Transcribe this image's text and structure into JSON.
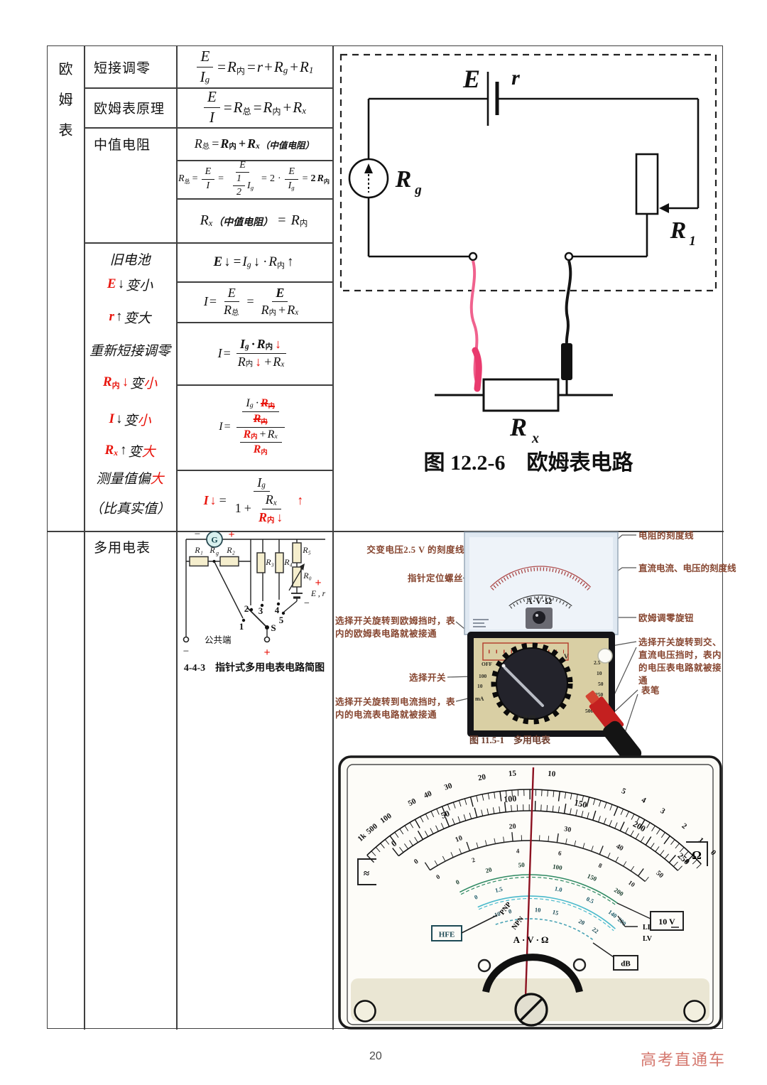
{
  "page": {
    "number": "20",
    "watermark": "高考直通车"
  },
  "table": {
    "col1_chars": [
      "欧",
      "姆",
      "表"
    ],
    "row_labels": {
      "r1": "短接调零",
      "r2": "欧姆表原理",
      "r3": "中值电阻",
      "r5": "多用电表"
    }
  },
  "old_lines": {
    "l1": [
      {
        "t": "旧电池",
        "c": "cn"
      }
    ],
    "l2": [
      {
        "t": "E",
        "c": "v b",
        "r": 1
      },
      {
        "t": "↓",
        "c": "op"
      },
      {
        "t": "变小",
        "c": "cn"
      }
    ],
    "l3": [
      {
        "t": "r",
        "c": "v b",
        "r": 1
      },
      {
        "t": "↑",
        "c": "op"
      },
      {
        "t": "变大",
        "c": "cn"
      }
    ],
    "l4": [
      {
        "t": "重新短接调零",
        "c": "cn"
      }
    ],
    "l5": [
      {
        "t": "R",
        "c": "v b",
        "r": 1
      },
      {
        "t": "内",
        "c": "cns b",
        "r": 1
      },
      {
        "t": "↓",
        "c": "op",
        "r": 1
      },
      {
        "t": "变",
        "c": "cn"
      },
      {
        "t": "小",
        "c": "cn",
        "r": 1
      }
    ],
    "l6": [
      {
        "t": "I",
        "c": "v b",
        "r": 1
      },
      {
        "t": "↓",
        "c": "op"
      },
      {
        "t": "变",
        "c": "cn"
      },
      {
        "t": "小",
        "c": "cn",
        "r": 1
      }
    ],
    "l7": [
      {
        "t": "R",
        "c": "v b",
        "r": 1
      },
      {
        "t": "x",
        "c": "sub b",
        "r": 1
      },
      {
        "t": "↑",
        "c": "op"
      },
      {
        "t": "变",
        "c": "cn"
      },
      {
        "t": "大",
        "c": "cn",
        "r": 1
      }
    ],
    "l8": [
      {
        "t": "测量值偏",
        "c": "cn"
      },
      {
        "t": "大",
        "c": "cn",
        "r": 1
      }
    ],
    "l9": [
      {
        "t": "（比真实值）",
        "c": "cn"
      }
    ]
  },
  "formulas": {
    "f1": [
      {
        "frac": [
          [
            {
              "t": "E"
            }
          ],
          [
            {
              "t": "I"
            },
            {
              "t": "g",
              "c": "sub"
            }
          ]
        ]
      },
      {
        "t": "=",
        "c": "op"
      },
      {
        "t": "R"
      },
      {
        "t": "内",
        "c": "cns"
      },
      {
        "t": "=",
        "c": "op"
      },
      {
        "t": "r"
      },
      {
        "t": "+",
        "c": "op"
      },
      {
        "t": "R"
      },
      {
        "t": "g",
        "c": "sub"
      },
      {
        "t": "+",
        "c": "op"
      },
      {
        "t": "R"
      },
      {
        "t": "1",
        "c": "sub"
      }
    ],
    "f2": [
      {
        "frac": [
          [
            {
              "t": "E"
            }
          ],
          [
            {
              "t": "I"
            }
          ]
        ]
      },
      {
        "t": "=",
        "c": "op"
      },
      {
        "t": "R"
      },
      {
        "t": "总",
        "c": "cns"
      },
      {
        "t": "=",
        "c": "op"
      },
      {
        "t": "R"
      },
      {
        "t": "内",
        "c": "cns"
      },
      {
        "t": "+",
        "c": "op"
      },
      {
        "t": "R"
      },
      {
        "t": "x",
        "c": "sub"
      }
    ],
    "f3": [
      {
        "t": "R"
      },
      {
        "t": "总",
        "c": "cns"
      },
      {
        "t": "=",
        "c": "op"
      },
      {
        "t": "R",
        "c": "v b"
      },
      {
        "t": "内",
        "c": "cns b"
      },
      {
        "t": "+",
        "c": "op b"
      },
      {
        "t": "R",
        "c": "v b"
      },
      {
        "t": "x",
        "c": "sub b"
      },
      {
        "t": "（中值电阻）",
        "c": "cnn"
      }
    ],
    "f4": [
      {
        "t": "R"
      },
      {
        "t": "总",
        "c": "cns"
      },
      {
        "t": "=",
        "c": "op"
      },
      {
        "frac": [
          [
            {
              "t": "E"
            }
          ],
          [
            {
              "t": "I"
            }
          ]
        ]
      },
      {
        "t": "=",
        "c": "op"
      },
      {
        "frac": [
          [
            {
              "t": "E"
            }
          ],
          [
            {
              "frac": [
                [
                  {
                    "t": "1"
                  }
                ],
                [
                  {
                    "t": "2"
                  }
                ]
              ]
            },
            {
              "t": "I"
            },
            {
              "t": "g",
              "c": "sub"
            }
          ]
        ]
      },
      {
        "t": "=",
        "c": "op"
      },
      {
        "t": "2",
        "c": "op"
      },
      {
        "t": "·",
        "c": "op"
      },
      {
        "frac": [
          [
            {
              "t": "E"
            }
          ],
          [
            {
              "t": "I"
            },
            {
              "t": "g",
              "c": "sub"
            }
          ]
        ]
      },
      {
        "t": "=",
        "c": "op"
      },
      {
        "t": "2",
        "c": "op b"
      },
      {
        "t": "R",
        "c": "v b"
      },
      {
        "t": "内",
        "c": "cns b"
      }
    ],
    "f5": [
      {
        "t": "R"
      },
      {
        "t": "x",
        "c": "sub"
      },
      {
        "t": "（中值电阻）",
        "c": "cnn"
      },
      {
        "t": " = ",
        "c": "op"
      },
      {
        "t": "R"
      },
      {
        "t": "内",
        "c": "cns"
      }
    ],
    "f6": [
      {
        "t": "E",
        "c": "v b"
      },
      {
        "t": "↓",
        "c": "op"
      },
      {
        "t": "=",
        "c": "op"
      },
      {
        "t": "I"
      },
      {
        "t": "g",
        "c": "sub"
      },
      {
        "t": "↓",
        "c": "op"
      },
      {
        "t": "·",
        "c": "op"
      },
      {
        "t": "R"
      },
      {
        "t": "内",
        "c": "cns"
      },
      {
        "t": "↑",
        "c": "op"
      }
    ],
    "f7": [
      {
        "t": "I"
      },
      {
        "t": "=",
        "c": "op"
      },
      {
        "frac": [
          [
            {
              "t": "E"
            }
          ],
          [
            {
              "t": "R"
            },
            {
              "t": "总",
              "c": "cns"
            }
          ]
        ]
      },
      {
        "t": "=",
        "c": "op"
      },
      {
        "frac": [
          [
            {
              "t": "E",
              "c": "v b"
            }
          ],
          [
            {
              "t": "R"
            },
            {
              "t": "内",
              "c": "cns"
            },
            {
              "t": "+",
              "c": "op"
            },
            {
              "t": "R"
            },
            {
              "t": "x",
              "c": "sub"
            }
          ]
        ]
      }
    ],
    "f8": [
      {
        "t": "I"
      },
      {
        "t": "=",
        "c": "op"
      },
      {
        "frac": [
          [
            {
              "t": "I",
              "c": "v b"
            },
            {
              "t": "g",
              "c": "sub b"
            },
            {
              "t": "·",
              "c": "op b"
            },
            {
              "t": "R",
              "c": "v b"
            },
            {
              "t": "内",
              "c": "cns b"
            },
            {
              "t": "↓",
              "c": "op",
              "r": 1
            }
          ],
          [
            {
              "t": "R"
            },
            {
              "t": "内",
              "c": "cns"
            },
            {
              "t": "↓",
              "c": "op",
              "r": 1
            },
            {
              "t": "+",
              "c": "op"
            },
            {
              "t": "R"
            },
            {
              "t": "x",
              "c": "sub"
            }
          ]
        ]
      }
    ],
    "f9": [
      {
        "t": "I"
      },
      {
        "t": "=",
        "c": "op"
      },
      {
        "frac": [
          [
            {
              "frac": [
                [
                  {
                    "t": "I"
                  },
                  {
                    "t": "g",
                    "c": "sub"
                  },
                  {
                    "t": "·",
                    "c": "op"
                  },
                  {
                    "t": "R",
                    "c": "v b",
                    "r": 1,
                    "k": 1
                  },
                  {
                    "t": "内",
                    "c": "cns b",
                    "r": 1,
                    "k": 1
                  }
                ],
                [
                  {
                    "t": "R",
                    "c": "v b",
                    "r": 1,
                    "k": 1
                  },
                  {
                    "t": "内",
                    "c": "cns b",
                    "r": 1,
                    "k": 1
                  }
                ]
              ]
            }
          ],
          [
            {
              "frac": [
                [
                  {
                    "t": "R",
                    "c": "v b",
                    "r": 1
                  },
                  {
                    "t": "内",
                    "c": "cns b",
                    "r": 1
                  },
                  {
                    "t": "+",
                    "c": "op"
                  },
                  {
                    "t": "R"
                  },
                  {
                    "t": "x",
                    "c": "sub"
                  }
                ],
                [
                  {
                    "t": "R",
                    "c": "v b",
                    "r": 1
                  },
                  {
                    "t": "内",
                    "c": "cns b",
                    "r": 1
                  }
                ]
              ]
            }
          ]
        ]
      }
    ],
    "f10": [
      {
        "t": "I",
        "c": "v b",
        "r": 1
      },
      {
        "t": "↓",
        "c": "op",
        "r": 1
      },
      {
        "t": "=",
        "c": "op"
      },
      {
        "frac": [
          [
            {
              "t": "I"
            },
            {
              "t": "g",
              "c": "sub"
            }
          ],
          [
            {
              "t": "1",
              "c": "op"
            },
            {
              "t": "+",
              "c": "op"
            },
            {
              "frac": [
                [
                  {
                    "t": "R"
                  },
                  {
                    "t": "x",
                    "c": "sub"
                  }
                ],
                [
                  {
                    "t": "R",
                    "c": "v b",
                    "r": 1
                  },
                  {
                    "t": "内",
                    "c": "cns b",
                    "r": 1
                  },
                  {
                    "t": "↓",
                    "c": "op",
                    "r": 1
                  }
                ]
              ]
            }
          ]
        ]
      },
      {
        "t": "↑",
        "c": "op",
        "r": 1
      }
    ]
  },
  "fig_ohm": {
    "e": "E",
    "r": "r",
    "rg_base": "R",
    "rg_sub": "g",
    "r1_base": "R",
    "r1_sub": "1",
    "rx_base": "R",
    "rx_sub": "x",
    "caption": "图 12.2-6　欧姆表电路"
  },
  "fig_schematic": {
    "caption": "4-4-3　指针式多用电表电路简图",
    "g": "G",
    "minus": "−",
    "plus": "+",
    "r1": "R₁",
    "rg_base": "R",
    "rg_sub": "g",
    "r2": "R₂",
    "r3": "R₃",
    "r4": "R₄",
    "r5": "R₅",
    "r0": "R₀",
    "er": "E , r",
    "n1": "1",
    "n2": "2",
    "n3": "3",
    "n4": "4",
    "n5": "5",
    "s": "S",
    "common": "公共端"
  },
  "fig_multimeter": {
    "left": [
      "交变电压2.5 V 的刻度线",
      "指针定位螺丝",
      "选择开关旋转到欧姆挡时，表内的欧姆表电路就被接通",
      "选择开关",
      "选择开关旋转到电流挡时，表内的电流表电路就被接通"
    ],
    "right": [
      "电阻的刻度线",
      "直流电流、电压的刻度线",
      "欧姆调零旋钮",
      "选择开关旋转到交、直流电压挡时，表内的电压表电路就被接通",
      "表笔"
    ],
    "caption": "图 11.5-1　多用电表",
    "face_label": "A·V·Ω",
    "dial": {
      "off": "OFF",
      "v_top": "V",
      "v_bottom": "V",
      "l1": "100",
      "l2": "10",
      "l3": "mA",
      "r1": "2.5",
      "r2": "10",
      "r3": "50",
      "r4": "250",
      "r5": "500",
      "bottom": "10  50  250"
    }
  },
  "meter_scale": {
    "ohm": [
      "1k",
      "500",
      "100",
      "50",
      "40",
      "30",
      "20",
      "15",
      "10",
      "5",
      "4",
      "3",
      "2",
      "1",
      "0"
    ],
    "dc_high": [
      "0",
      "50",
      "100",
      "150",
      "200",
      "250"
    ],
    "dc_mid": [
      "0",
      "10",
      "20",
      "30",
      "40",
      "50"
    ],
    "dc_low": [
      "0",
      "2",
      "4",
      "6",
      "8",
      "10"
    ],
    "ac": [
      "0",
      "20",
      "50",
      "100",
      "150",
      "200"
    ],
    "batt": [
      "0",
      "1.5",
      "1.0",
      "0.5",
      "140",
      "200"
    ],
    "db": [
      "-10",
      "0",
      "10",
      "15",
      "20",
      "22"
    ],
    "unit_ohm": "Ω",
    "unit_v10": "10 V",
    "ac_symbol": "≈",
    "hfe": "HFE",
    "pnp": "PNP",
    "npn": "NPN",
    "li": "LI",
    "lv": "LV",
    "db_label": "dB",
    "avo": "A·V·Ω"
  }
}
